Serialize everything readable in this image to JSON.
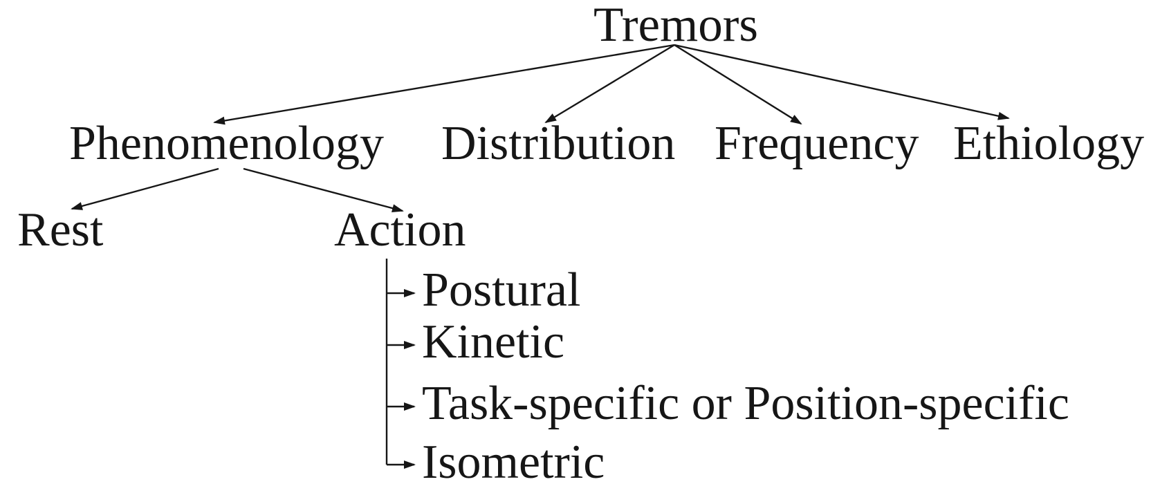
{
  "tree": {
    "label": "Tremors",
    "children": [
      {
        "label": "Phenomenology",
        "children": [
          {
            "label": "Rest"
          },
          {
            "label": "Action",
            "children": [
              {
                "label": "Postural"
              },
              {
                "label": "Kinetic"
              },
              {
                "label": "Task-specific or Position-specific"
              },
              {
                "label": "Isometric"
              }
            ]
          }
        ]
      },
      {
        "label": "Distribution"
      },
      {
        "label": "Frequency"
      },
      {
        "label": "Ethiology"
      }
    ]
  },
  "colors": {
    "ink": "#161616",
    "background": "#ffffff"
  }
}
